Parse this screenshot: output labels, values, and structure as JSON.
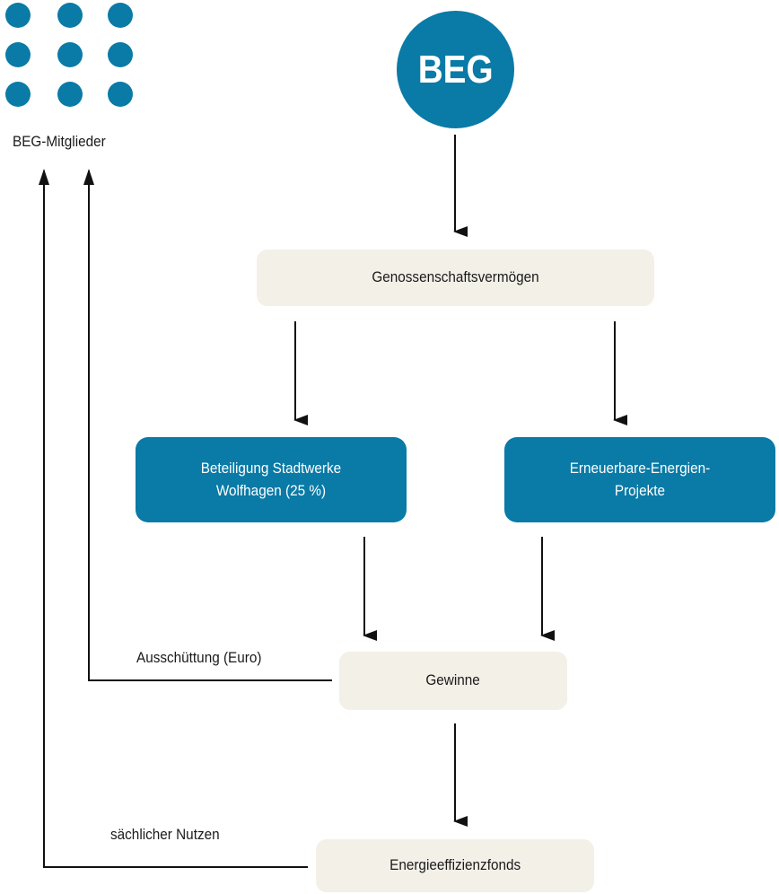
{
  "colors": {
    "accent": "#0a7aa6",
    "light": "#f3f0e8",
    "line": "#111111"
  },
  "members_icon": "nine-dot-grid-icon",
  "members_label": "BEG-Mitglieder",
  "top_node": "BEG",
  "assets": "Genossenschaftsvermögen",
  "stake": "Beteiligung Stadtwerke\nWolfhagen (25 %)",
  "projects": "Erneuerbare-Energien-\nProjekte",
  "profits": "Gewinne",
  "fund": "Energieeffizienzfonds",
  "payout_label": "Ausschüttung (Euro)",
  "benefit_label": "sächlicher Nutzen"
}
